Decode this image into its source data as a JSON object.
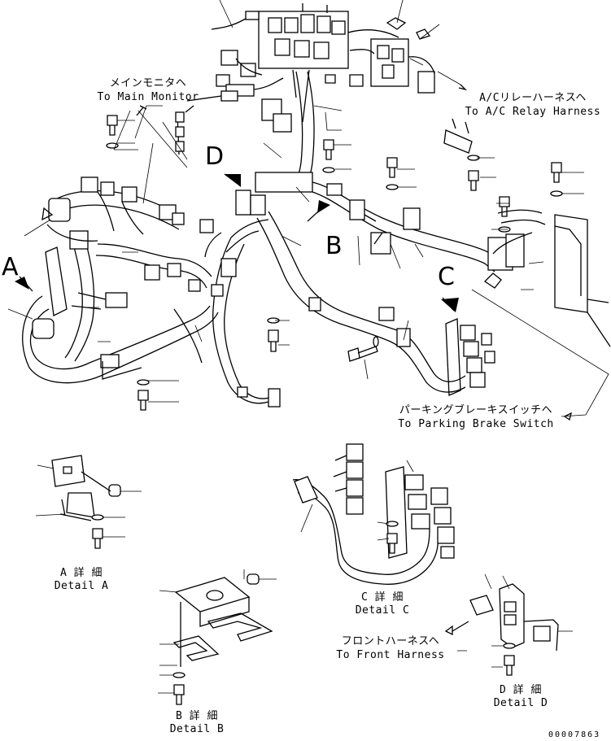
{
  "callouts": {
    "main_monitor": {
      "jp": "メインモニタヘ",
      "en": "To Main Monitor"
    },
    "ac_relay": {
      "jp": "A/Cリレーハーネスヘ",
      "en": "To A/C Relay Harness"
    },
    "parking_brake": {
      "jp": "パーキングブレーキスイッチヘ",
      "en": "To Parking Brake Switch"
    },
    "front_harness": {
      "jp": "フロントハーネスヘ",
      "en": "To Front Harness"
    }
  },
  "view_letters": {
    "a": "A",
    "b": "B",
    "c": "C",
    "d": "D"
  },
  "details": {
    "a": {
      "jp": "A 詳 細",
      "en": "Detail A"
    },
    "b": {
      "jp": "B 詳 細",
      "en": "Detail B"
    },
    "c": {
      "jp": "C 詳 細",
      "en": "Detail C"
    },
    "d": {
      "jp": "D 詳 細",
      "en": "Detail D"
    }
  },
  "drawing_number": "00007863"
}
